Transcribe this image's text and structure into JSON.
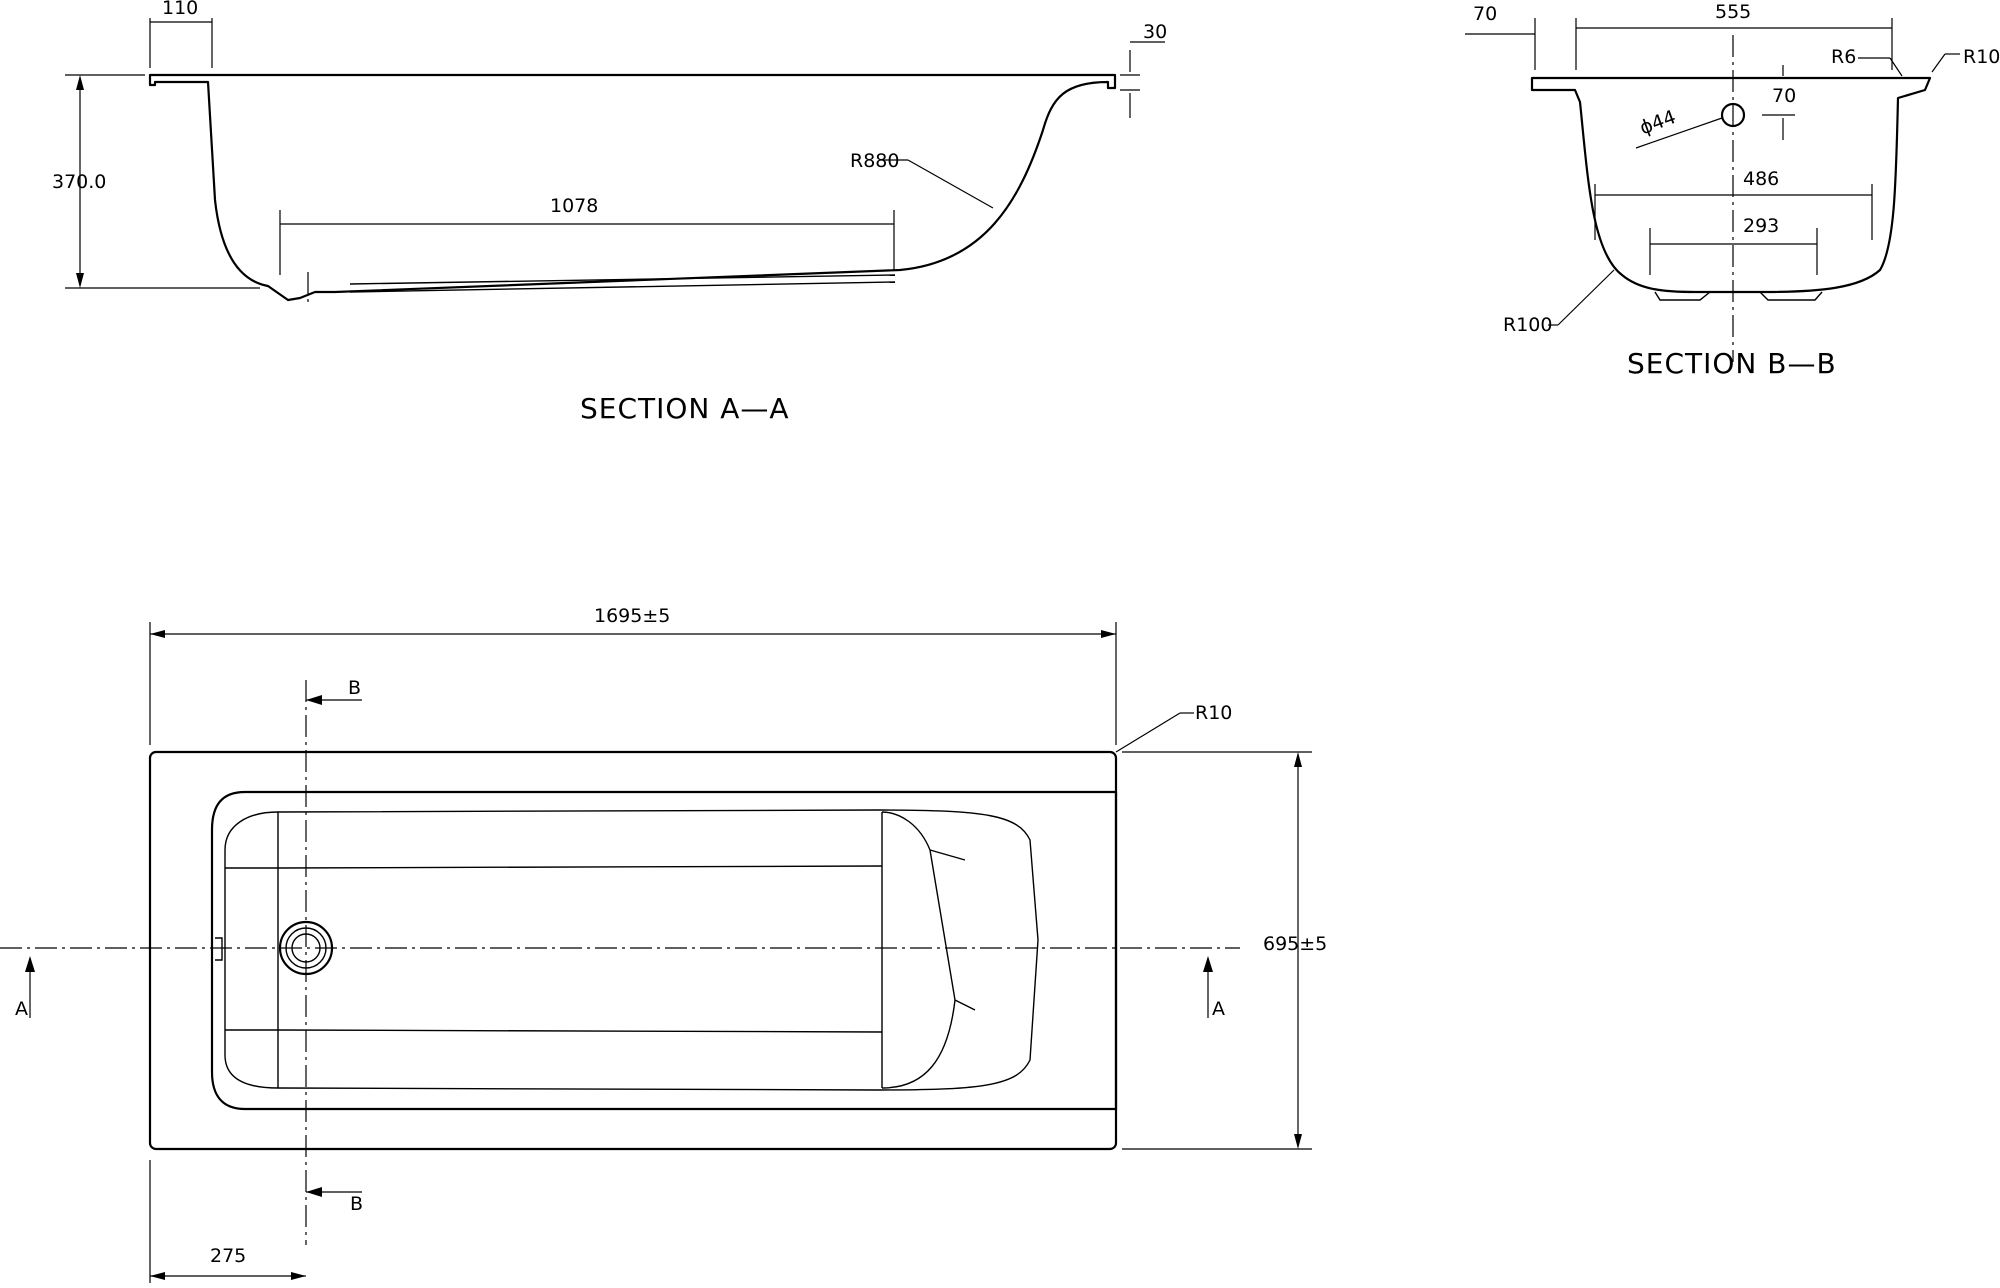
{
  "titles": {
    "section_a": "SECTION A—A",
    "section_b": "SECTION  B—B"
  },
  "section_a": {
    "rim_width": "110",
    "rim_thickness": "30",
    "depth": "370.0",
    "floor_length": "1078",
    "radius": "R880"
  },
  "section_b": {
    "rim_width": "70",
    "top_width": "555",
    "radius_inner": "R6",
    "radius_outer": "R10",
    "overflow_diameter": "ϕ44",
    "overflow_drop": "70",
    "floor_width": "486",
    "feet_spacing": "293",
    "bottom_radius": "R100"
  },
  "plan": {
    "overall_length": "1695±5",
    "overall_width": "695±5",
    "corner_radius": "R10",
    "drain_offset": "275",
    "cut_b_top": "B",
    "cut_b_bottom": "B",
    "cut_a_left": "A",
    "cut_a_right": "A"
  }
}
